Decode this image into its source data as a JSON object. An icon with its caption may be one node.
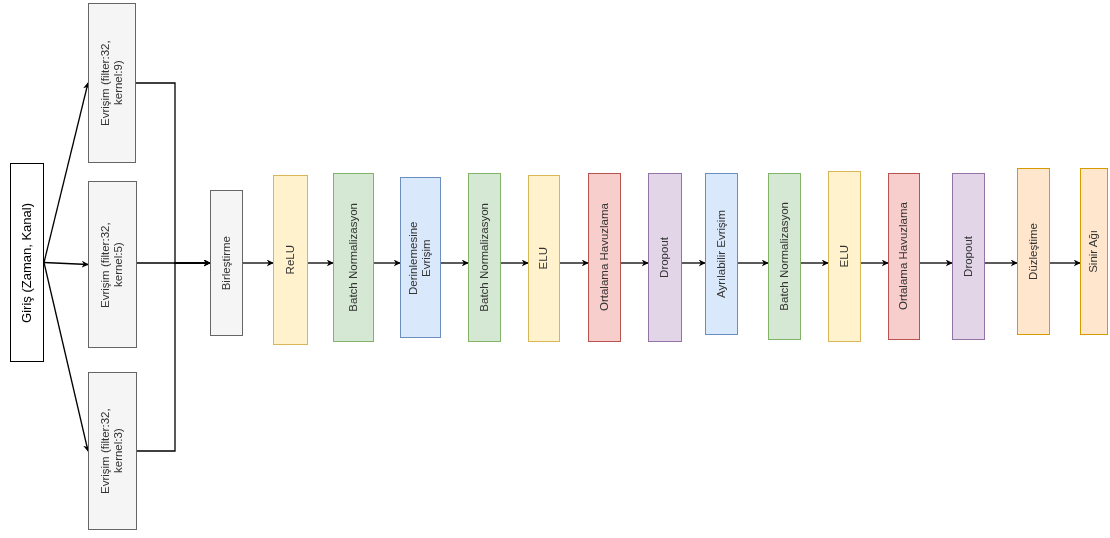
{
  "diagram": {
    "nodes": [
      {
        "text": [
          "Giriş (Zaman, Kanal)"
        ]
      },
      {
        "text": [
          "Evrişim (filter:32, kernel:9)"
        ]
      },
      {
        "text": [
          "Evrişim (filter:32, kernel:5)"
        ]
      },
      {
        "text": [
          "Evrişim (filter:32, kernel:3)"
        ]
      },
      {
        "text": [
          "Birleştirme"
        ]
      },
      {
        "text": [
          "ReLU"
        ]
      },
      {
        "text": [
          "Batch Normalizasyon"
        ]
      },
      {
        "text": [
          "Derinlemesine Evrişim"
        ]
      },
      {
        "text": [
          "Batch Normalizasyon"
        ]
      },
      {
        "text": [
          "ELU"
        ]
      },
      {
        "text": [
          "Ortalama Havuzlama"
        ]
      },
      {
        "text": [
          "Dropout"
        ]
      },
      {
        "text": [
          "Ayrılabilir Evrişim"
        ]
      },
      {
        "text": [
          "Batch Normalizasyon"
        ]
      },
      {
        "text": [
          "ELU"
        ]
      },
      {
        "text": [
          "Ortalama Havuzlama"
        ]
      },
      {
        "text": [
          "Dropout"
        ]
      },
      {
        "text": [
          "Düzleştime"
        ]
      },
      {
        "text": [
          "Sinir Ağı"
        ]
      }
    ],
    "edges": [
      {
        "from": 0,
        "to": 1,
        "arrow": "to"
      },
      {
        "from": 0,
        "to": 2,
        "arrow": "to"
      },
      {
        "from": 0,
        "to": 3,
        "arrow": "to"
      },
      {
        "from": 1,
        "to": 4,
        "arrow": "to"
      },
      {
        "from": 2,
        "to": 4,
        "arrow": "to"
      },
      {
        "from": 3,
        "to": 4,
        "arrow": "to"
      },
      {
        "from": 4,
        "to": 5,
        "arrow": "to"
      },
      {
        "from": 5,
        "to": 6,
        "arrow": "to"
      },
      {
        "from": 6,
        "to": 7,
        "arrow": "to"
      },
      {
        "from": 7,
        "to": 8,
        "arrow": "to"
      },
      {
        "from": 8,
        "to": 9,
        "arrow": "to"
      },
      {
        "from": 9,
        "to": 10,
        "arrow": "to"
      },
      {
        "from": 10,
        "to": 11,
        "arrow": "to"
      },
      {
        "from": 11,
        "to": 12,
        "arrow": "to"
      },
      {
        "from": 12,
        "to": 13,
        "arrow": "to"
      },
      {
        "from": 13,
        "to": 14,
        "arrow": "to"
      },
      {
        "from": 14,
        "to": 15,
        "arrow": "to"
      },
      {
        "from": 15,
        "to": 16,
        "arrow": "to"
      },
      {
        "from": 16,
        "to": 17,
        "arrow": "to"
      },
      {
        "from": 17,
        "to": 18,
        "arrow": "to"
      }
    ]
  }
}
